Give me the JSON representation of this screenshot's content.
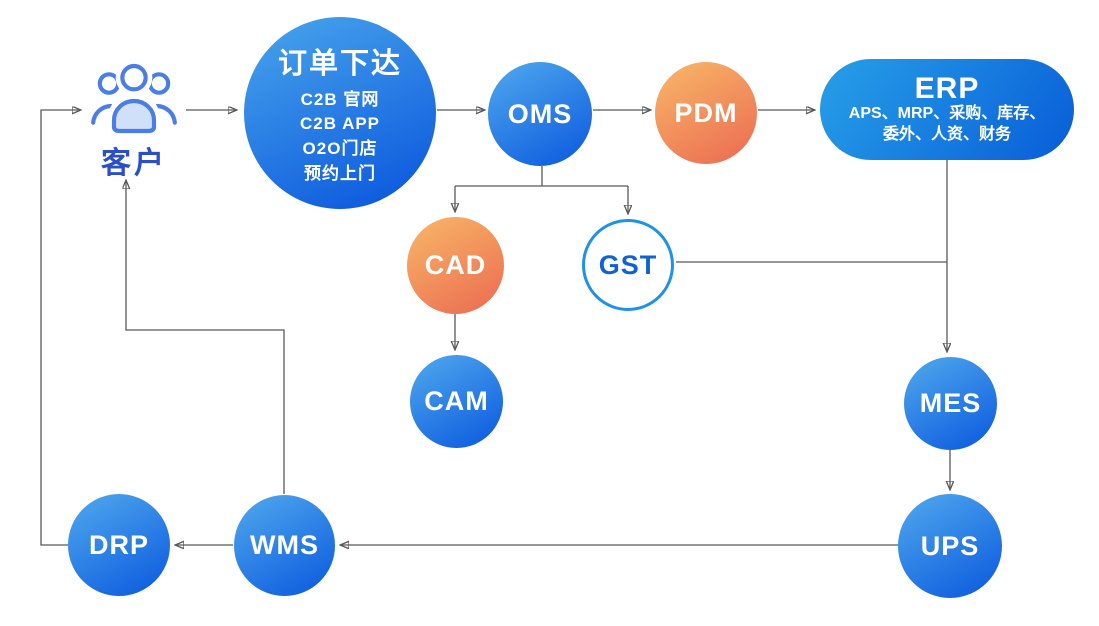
{
  "diagram": {
    "nodes": {
      "customer": {
        "label": "客户"
      },
      "order": {
        "title": "订单下达",
        "line1": "C2B 官网",
        "line2": "C2B APP",
        "line3": "O2O门店",
        "line4": "预约上门"
      },
      "oms": {
        "label": "OMS"
      },
      "pdm": {
        "label": "PDM"
      },
      "erp": {
        "title": "ERP",
        "sub1": "APS、MRP、采购、库存、",
        "sub2": "委外、人资、财务"
      },
      "cad": {
        "label": "CAD"
      },
      "gst": {
        "label": "GST"
      },
      "cam": {
        "label": "CAM"
      },
      "mes": {
        "label": "MES"
      },
      "ups": {
        "label": "UPS"
      },
      "wms": {
        "label": "WMS"
      },
      "drp": {
        "label": "DRP"
      }
    },
    "colors": {
      "blue_gradient_start": "#4da6ec",
      "blue_gradient_end": "#0d5bdf",
      "orange_gradient_start": "#f7b266",
      "orange_gradient_end": "#ec6d52",
      "erp_gradient_start": "#27a0e8",
      "erp_gradient_end": "#0a60d8",
      "gst_border": "#1e92e6",
      "gst_text": "#0f62d6",
      "customer_label": "#2b4fc8",
      "node_text": "#ffffff",
      "line_color": "#58595b",
      "arrow_color": "#29a8e8"
    }
  }
}
